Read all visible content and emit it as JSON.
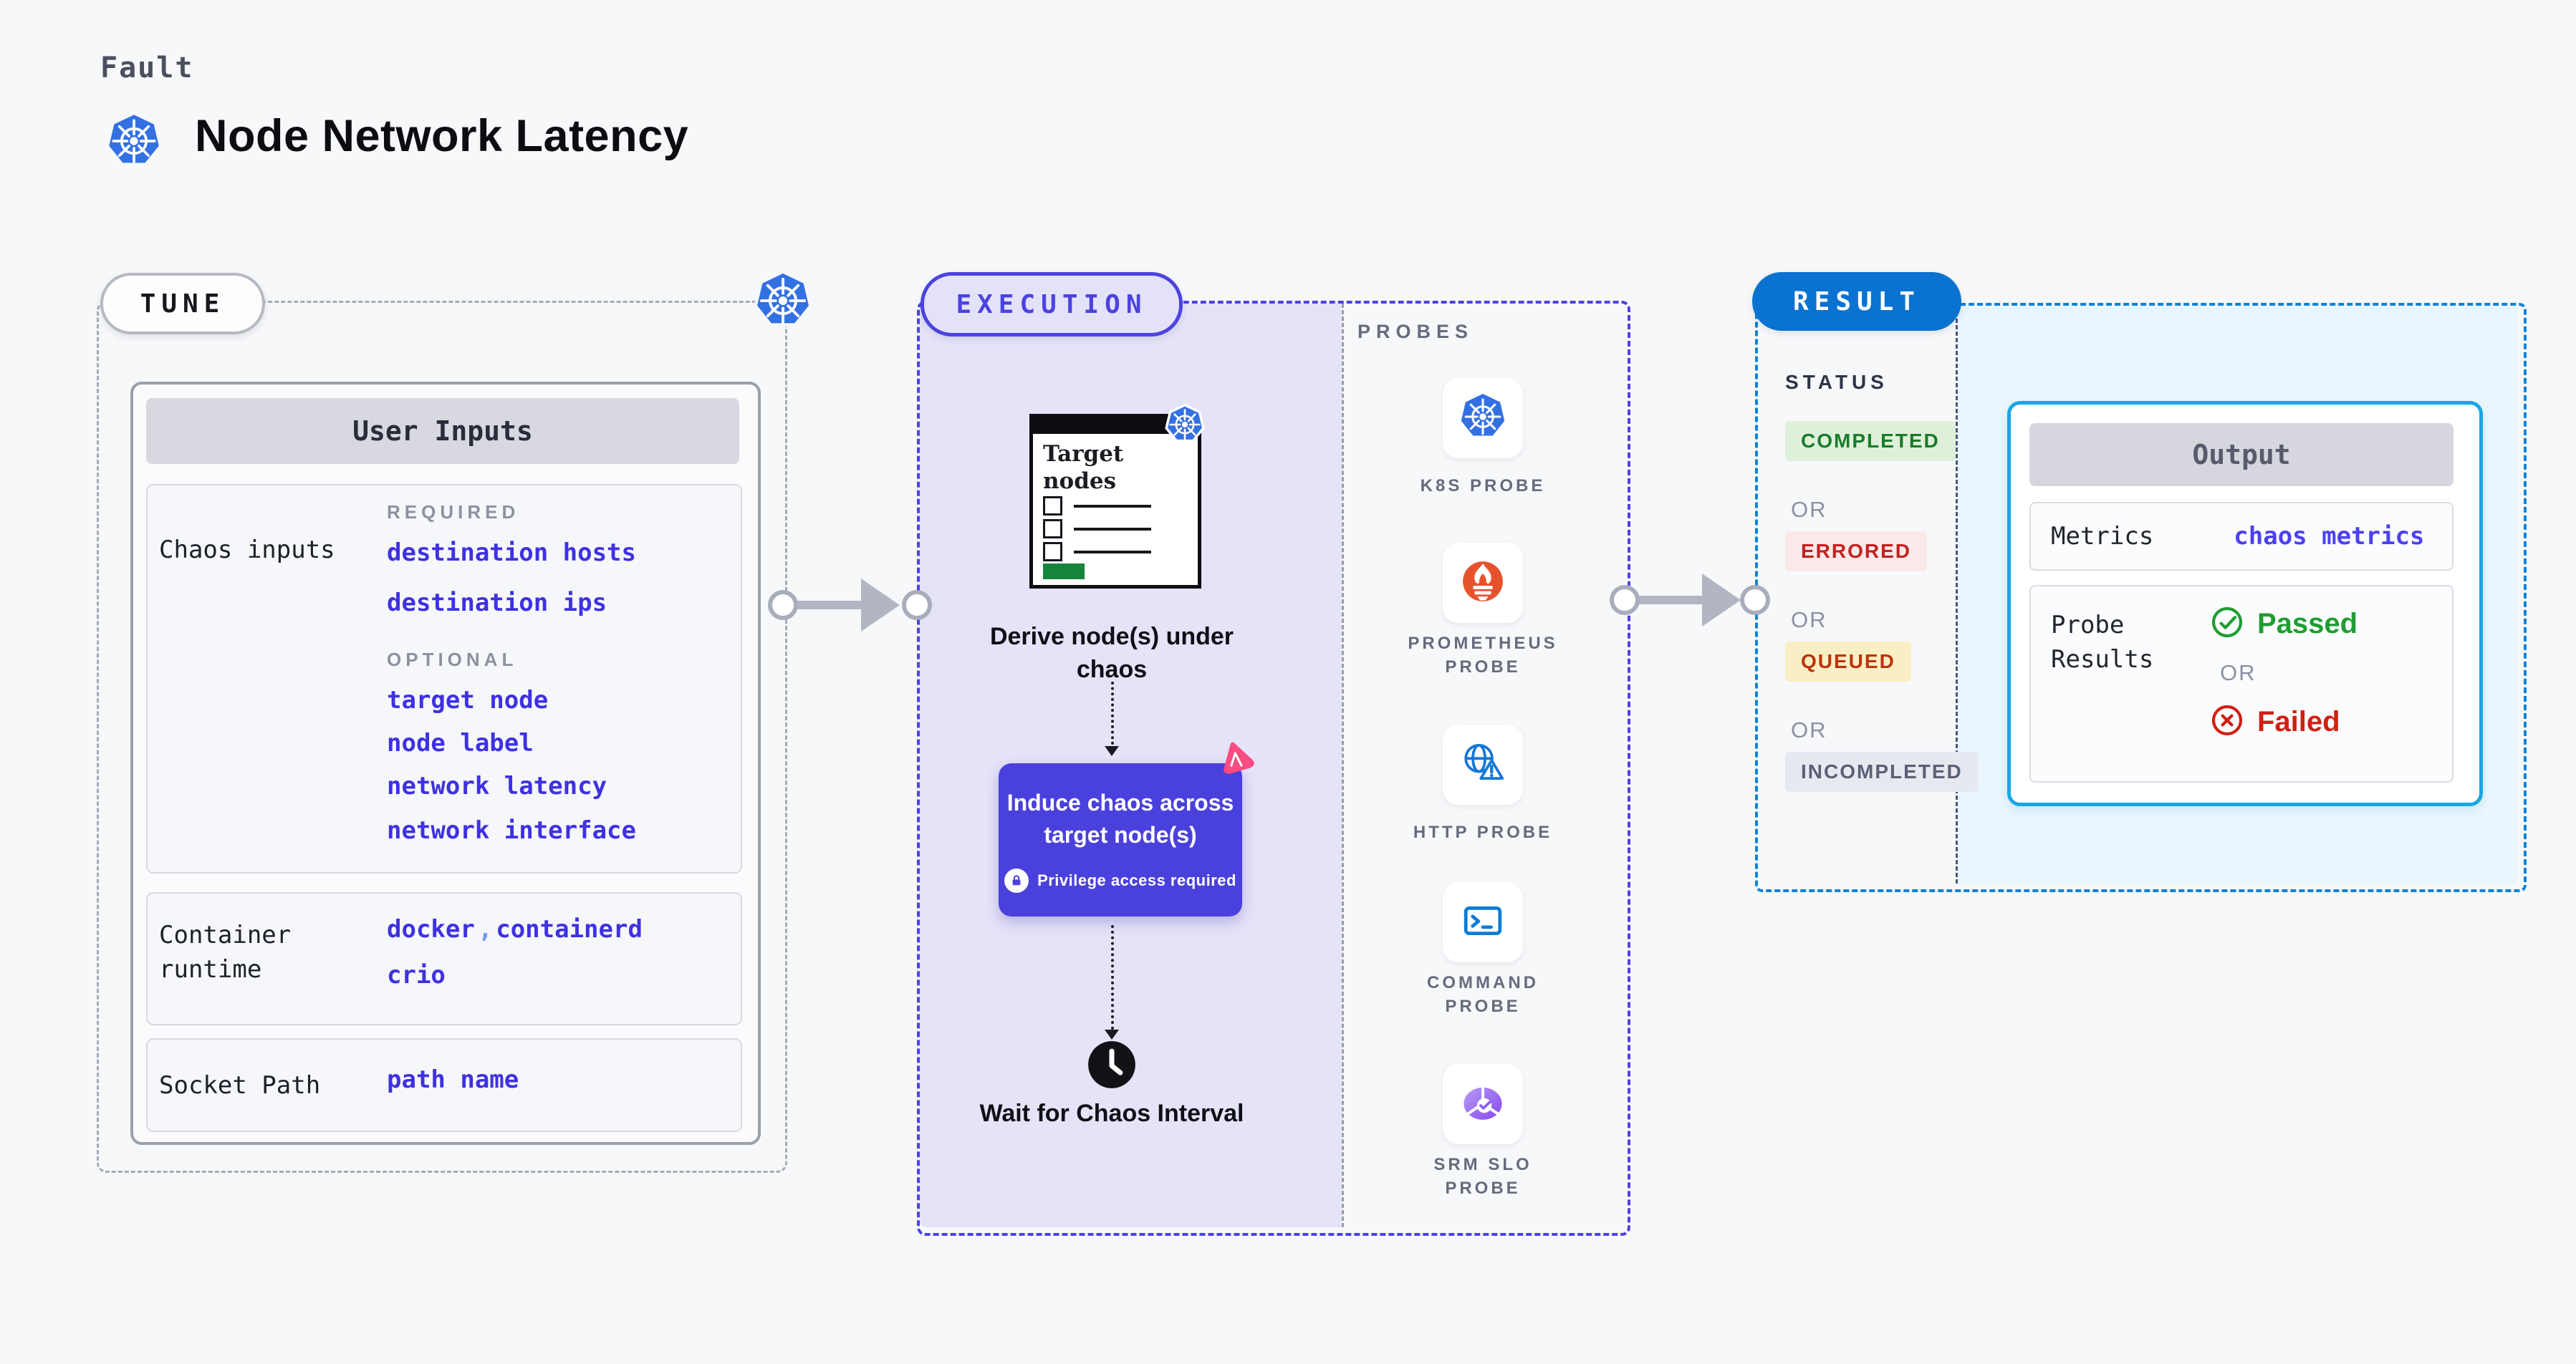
{
  "header": {
    "kicker": "Fault",
    "title": "Node Network Latency"
  },
  "tune": {
    "badge": "TUNE",
    "card_title": "User Inputs",
    "rows": {
      "chaos_label": "Chaos inputs",
      "required_heading": "REQUIRED",
      "required": [
        "destination hosts",
        "destination ips"
      ],
      "optional_heading": "OPTIONAL",
      "optional": [
        "target node",
        "node label",
        "network latency",
        "network interface"
      ],
      "runtime_label": "Container runtime",
      "runtime_values": [
        "docker",
        "containerd",
        "crio"
      ],
      "runtime_separator": ",",
      "socket_label": "Socket Path",
      "socket_value": "path name"
    }
  },
  "execution": {
    "badge": "EXECUTION",
    "window_title": "Target nodes",
    "derive_label": "Derive node(s) under chaos",
    "induce_label": "Induce chaos across target node(s)",
    "privilege_label": "Privilege access required",
    "wait_label": "Wait for Chaos Interval",
    "probes_heading": "PROBES",
    "probes": [
      {
        "label": "K8S PROBE",
        "icon": "kubernetes-icon"
      },
      {
        "label": "PROMETHEUS PROBE",
        "icon": "prometheus-icon"
      },
      {
        "label": "HTTP PROBE",
        "icon": "globe-warning-icon"
      },
      {
        "label": "COMMAND PROBE",
        "icon": "terminal-icon"
      },
      {
        "label": "SRM SLO PROBE",
        "icon": "slo-gauge-icon"
      }
    ]
  },
  "result": {
    "badge": "RESULT",
    "status_heading": "STATUS",
    "or_label": "OR",
    "statuses": [
      {
        "label": "COMPLETED",
        "bg": "#dff0da",
        "color": "#1a7c2a"
      },
      {
        "label": "ERRORED",
        "bg": "#fbe9e9",
        "color": "#c32121"
      },
      {
        "label": "QUEUED",
        "bg": "#faeec4",
        "color": "#bd330c"
      },
      {
        "label": "INCOMPLETED",
        "bg": "#e7e9f1",
        "color": "#5b6175"
      }
    ],
    "output": {
      "title": "Output",
      "metrics_label": "Metrics",
      "metrics_value": "chaos metrics",
      "probe_results_label": "Probe Results",
      "passed_label": "Passed",
      "failed_label": "Failed"
    }
  },
  "colors": {
    "page_bg": "#f7f8fa",
    "indigo": "#4b43e0",
    "lavender_bg": "#e5e3f8",
    "value_blue": "#3e31e2",
    "result_blue": "#0a72d0",
    "cyan_border": "#17a7e4",
    "cyan_bg": "#e9f6fd",
    "passed_green": "#1f9d31",
    "failed_red": "#d21f12",
    "kubernetes_blue": "#3371e3",
    "prometheus_orange": "#e6522c",
    "litmus_pink": "#fb4b80",
    "arrow_gray": "#b2b5c2"
  }
}
